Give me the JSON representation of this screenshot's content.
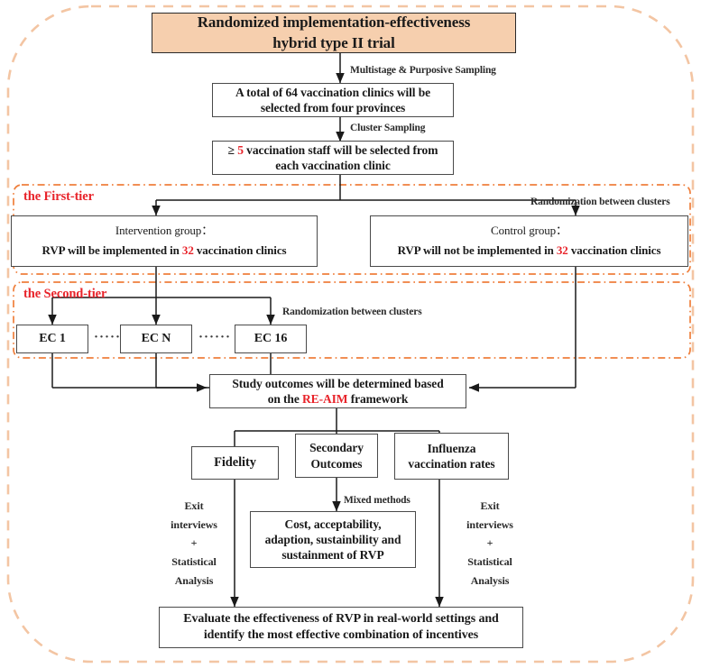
{
  "figure": {
    "type": "flowchart",
    "outer_border_color": "#f3c5a3",
    "tier_border_color": "#ef7f3c",
    "title_fill": "#f6cfae",
    "accent_red": "#e8232a",
    "box_border": "#4a4a4a"
  },
  "title_box": {
    "line1": "Randomized implementation-effectiveness",
    "line2": "hybrid type II trial"
  },
  "sampling_label_1": "Multistage & Purposive Sampling",
  "clinics_box": {
    "line1": "A total of 64 vaccination clinics will be",
    "line2": "selected from four provinces"
  },
  "sampling_label_2": "Cluster Sampling",
  "staff_box": {
    "line1_pre": "≥ ",
    "line1_num": "5",
    "line1_post": " vaccination staff will be selected from",
    "line2": "each vaccination clinic"
  },
  "tier1": {
    "label": "the First-tier",
    "randomization_label": "Randomization between clusters",
    "intervention": {
      "heading": "Intervention group：",
      "body_pre": "RVP will be implemented in ",
      "body_num": "32",
      "body_post": " vaccination clinics"
    },
    "control": {
      "heading": "Control group：",
      "body_pre": "RVP will not be implemented in ",
      "body_num": "32",
      "body_post": " vaccination clinics"
    }
  },
  "tier2": {
    "label": "the Second-tier",
    "randomization_label": "Randomization between clusters",
    "ec_boxes": [
      "EC 1",
      "EC N",
      "EC 16"
    ],
    "ellipsis": "······"
  },
  "outcomes_box": {
    "line1": "Study outcomes will be determined based",
    "line2_pre": "on the ",
    "line2_red": "RE-AIM",
    "line2_post": " framework"
  },
  "outcome_nodes": {
    "fidelity": "Fidelity",
    "secondary_l1": "Secondary",
    "secondary_l2": "Outcomes",
    "influenza_l1": "Influenza",
    "influenza_l2": "vaccination rates"
  },
  "mixed_methods_label": "Mixed methods",
  "cost_box": {
    "line1": "Cost, acceptability,",
    "line2": "adaption, sustainbility and",
    "line3": "sustainment of RVP"
  },
  "exit_left": {
    "l1": "Exit",
    "l2": "interviews",
    "l3": "+",
    "l4": "Statistical",
    "l5": "Analysis"
  },
  "exit_right": {
    "l1": "Exit",
    "l2": "interviews",
    "l3": "+",
    "l4": "Statistical",
    "l5": "Analysis"
  },
  "conclusion_box": {
    "line1": "Evaluate the effectiveness of RVP in real-world settings and",
    "line2": "identify the most effective combination of incentives"
  }
}
